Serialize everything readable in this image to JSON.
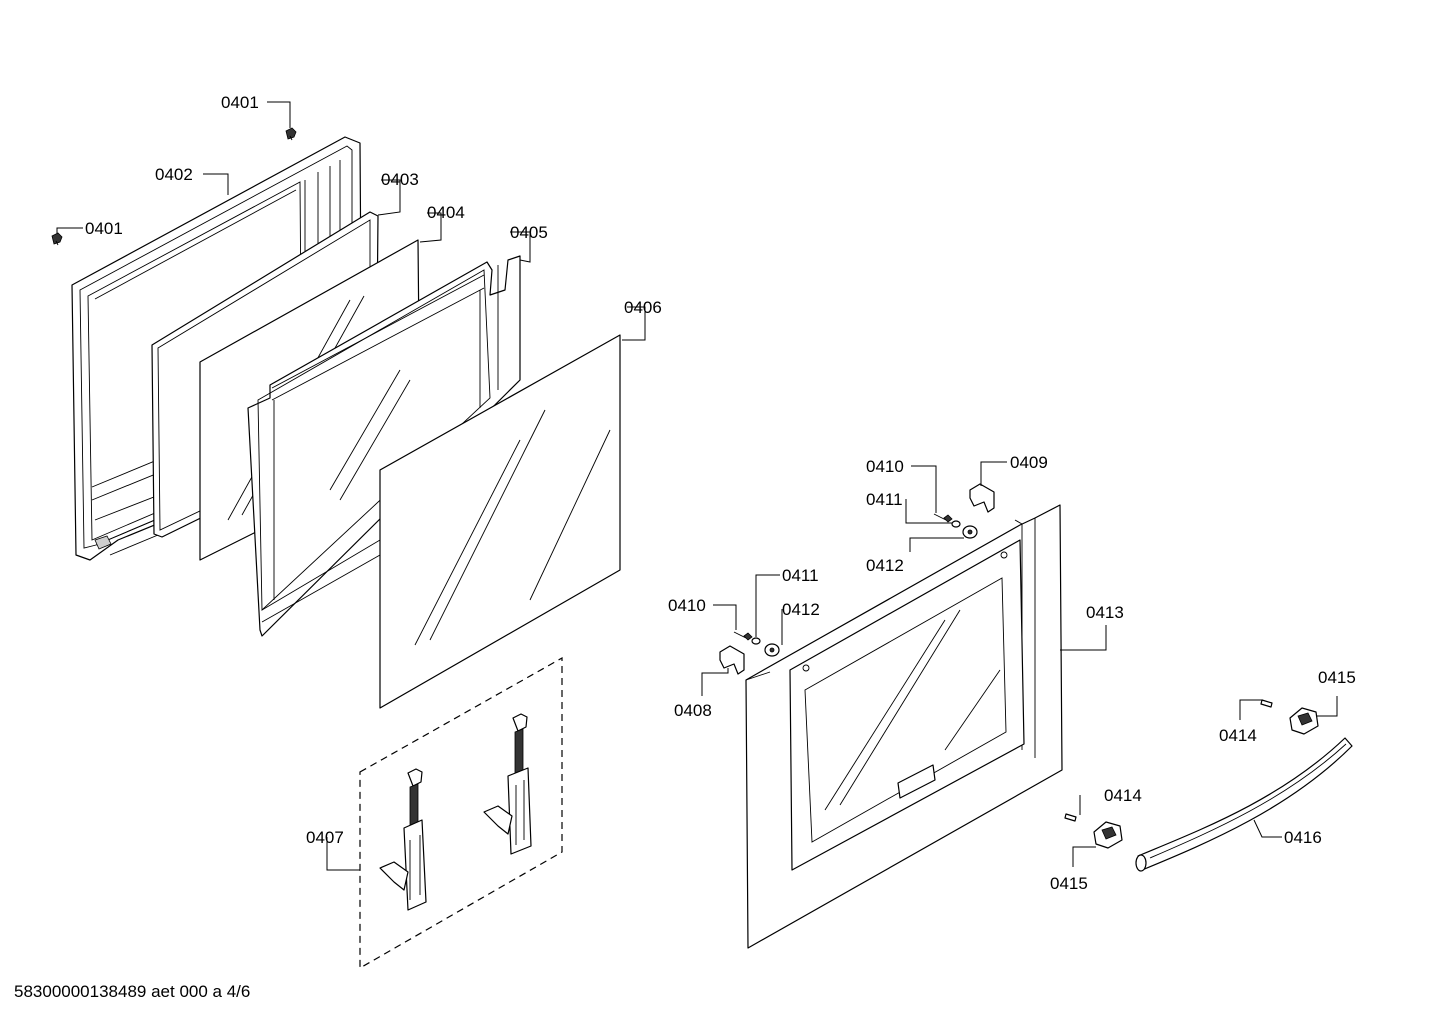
{
  "callouts": [
    {
      "id": "c0401a",
      "text": "0401"
    },
    {
      "id": "c0401b",
      "text": "0401"
    },
    {
      "id": "c0402",
      "text": "0402"
    },
    {
      "id": "c0403",
      "text": "0403"
    },
    {
      "id": "c0404",
      "text": "0404"
    },
    {
      "id": "c0405",
      "text": "0405"
    },
    {
      "id": "c0406",
      "text": "0406"
    },
    {
      "id": "c0407",
      "text": "0407"
    },
    {
      "id": "c0408",
      "text": "0408"
    },
    {
      "id": "c0409",
      "text": "0409"
    },
    {
      "id": "c0410a",
      "text": "0410"
    },
    {
      "id": "c0410b",
      "text": "0410"
    },
    {
      "id": "c0411a",
      "text": "0411"
    },
    {
      "id": "c0411b",
      "text": "0411"
    },
    {
      "id": "c0412a",
      "text": "0412"
    },
    {
      "id": "c0412b",
      "text": "0412"
    },
    {
      "id": "c0413",
      "text": "0413"
    },
    {
      "id": "c0414a",
      "text": "0414"
    },
    {
      "id": "c0414b",
      "text": "0414"
    },
    {
      "id": "c0415a",
      "text": "0415"
    },
    {
      "id": "c0415b",
      "text": "0415"
    },
    {
      "id": "c0416",
      "text": "0416"
    }
  ],
  "footer": {
    "code": "58300000138489 aet 000 a 4/6"
  }
}
